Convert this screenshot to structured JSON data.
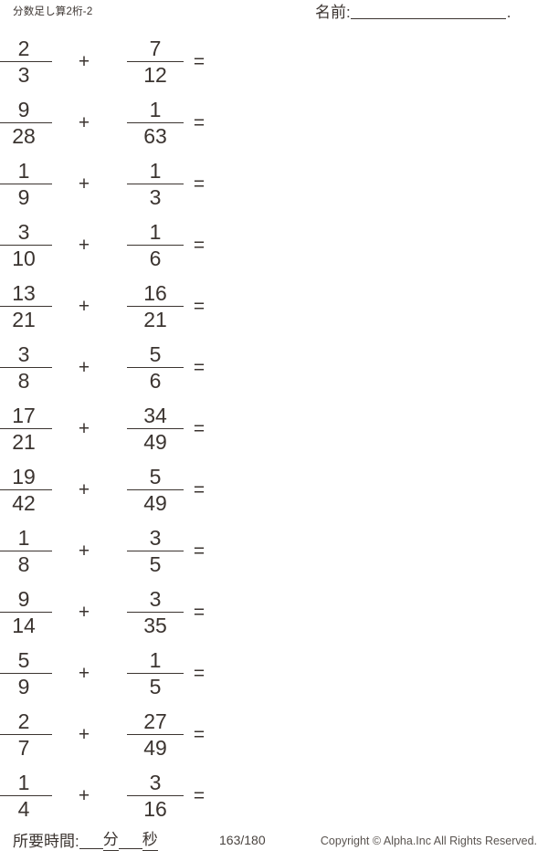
{
  "header": {
    "title": "分数足し算2桁-2",
    "name_label": "名前:",
    "name_value": "",
    "name_tail": "."
  },
  "problems": [
    {
      "left_num": "2",
      "left_den": "3",
      "operator": "+",
      "right_num": "7",
      "right_den": "12",
      "equals": "=",
      "answer": ""
    },
    {
      "left_num": "9",
      "left_den": "28",
      "operator": "+",
      "right_num": "1",
      "right_den": "63",
      "equals": "=",
      "answer": ""
    },
    {
      "left_num": "1",
      "left_den": "9",
      "operator": "+",
      "right_num": "1",
      "right_den": "3",
      "equals": "=",
      "answer": ""
    },
    {
      "left_num": "3",
      "left_den": "10",
      "operator": "+",
      "right_num": "1",
      "right_den": "6",
      "equals": "=",
      "answer": ""
    },
    {
      "left_num": "13",
      "left_den": "21",
      "operator": "+",
      "right_num": "16",
      "right_den": "21",
      "equals": "=",
      "answer": ""
    },
    {
      "left_num": "3",
      "left_den": "8",
      "operator": "+",
      "right_num": "5",
      "right_den": "6",
      "equals": "=",
      "answer": ""
    },
    {
      "left_num": "17",
      "left_den": "21",
      "operator": "+",
      "right_num": "34",
      "right_den": "49",
      "equals": "=",
      "answer": ""
    },
    {
      "left_num": "19",
      "left_den": "42",
      "operator": "+",
      "right_num": "5",
      "right_den": "49",
      "equals": "=",
      "answer": ""
    },
    {
      "left_num": "1",
      "left_den": "8",
      "operator": "+",
      "right_num": "3",
      "right_den": "5",
      "equals": "=",
      "answer": ""
    },
    {
      "left_num": "9",
      "left_den": "14",
      "operator": "+",
      "right_num": "3",
      "right_den": "35",
      "equals": "=",
      "answer": ""
    },
    {
      "left_num": "5",
      "left_den": "9",
      "operator": "+",
      "right_num": "1",
      "right_den": "5",
      "equals": "=",
      "answer": ""
    },
    {
      "left_num": "2",
      "left_den": "7",
      "operator": "+",
      "right_num": "27",
      "right_den": "49",
      "equals": "=",
      "answer": ""
    },
    {
      "left_num": "1",
      "left_den": "4",
      "operator": "+",
      "right_num": "3",
      "right_den": "16",
      "equals": "=",
      "answer": ""
    }
  ],
  "footer": {
    "time_label": "所要時間:",
    "minutes_unit": "分",
    "seconds_unit": "秒",
    "minutes_value": "",
    "seconds_value": "",
    "page_counter": "163/180",
    "copyright": "Copyright ©  Alpha.Inc All Rights Reserved."
  },
  "colors": {
    "ink": "#3b3430",
    "page_background": "#ffffff",
    "footer_text": "#5a5450"
  }
}
